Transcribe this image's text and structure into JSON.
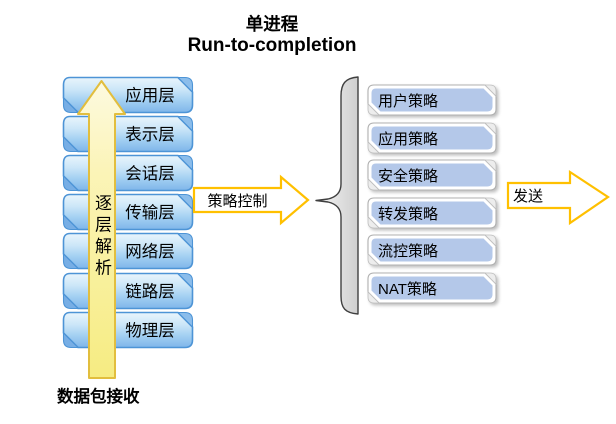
{
  "title": {
    "line1": "单进程",
    "line2": "Run-to-completion"
  },
  "left_stack": {
    "layers": [
      "应用层",
      "表示层",
      "会话层",
      "传输层",
      "网络层",
      "链路层",
      "物理层"
    ]
  },
  "policy_stack": {
    "items": [
      "用户策略",
      "应用策略",
      "安全策略",
      "转发策略",
      "流控策略",
      "NAT策略"
    ]
  },
  "labels": {
    "parse_arrow": "逐层解析",
    "receive": "数据包接收",
    "policy_control": "策略控制",
    "send": "发送"
  },
  "colors": {
    "layer_box_border": "#4D94D6",
    "layer_box_fill_top": "#E6F4FC",
    "layer_box_fill_bottom": "#7FB6EA",
    "layer_fold_fill": "#8BBDEB",
    "big_arrow_stroke": "#E2BE3E",
    "big_arrow_fill": "#F9F1A0",
    "label_arrow_stroke": "#FFC000",
    "policy_box_fill": "#B4C8E9",
    "policy_card_border": "#B0B0B0",
    "brace_fill": "#E3E3E3",
    "brace_stroke": "#404040"
  }
}
